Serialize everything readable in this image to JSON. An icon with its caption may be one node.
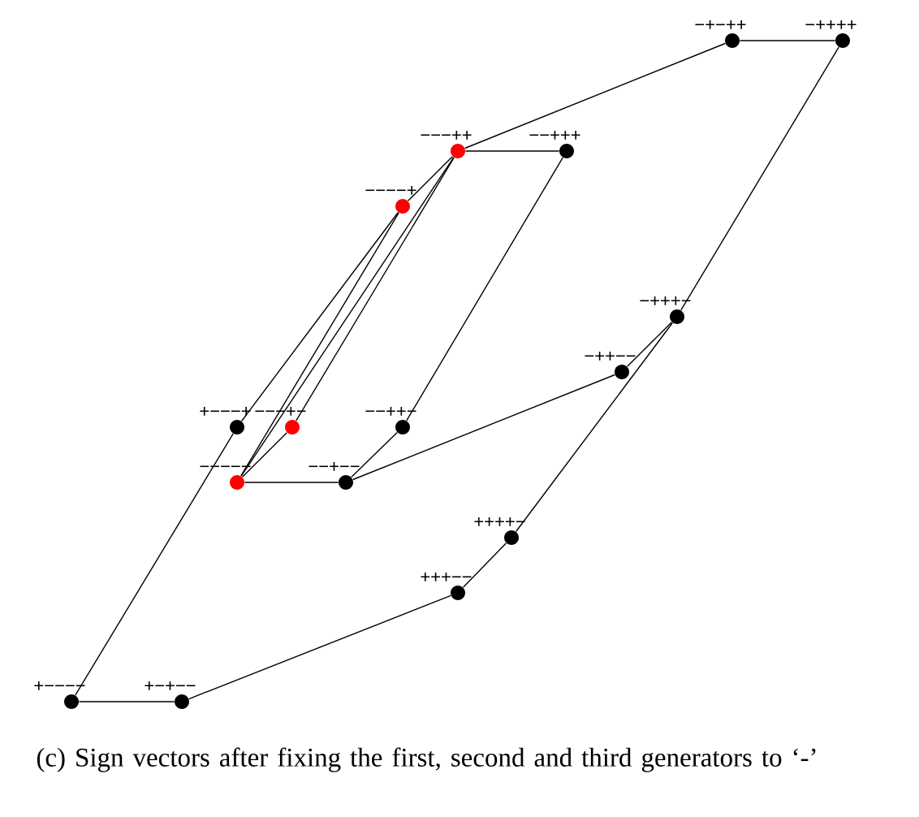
{
  "diagram": {
    "caption": "(c) Sign vectors after fixing the first, second and third generators to ‘-’",
    "nodes": [
      {
        "text": [],
        "shape": "circle",
        "beside": [
          "−+−++"
        ]
      },
      {
        "text": [],
        "shape": "circle",
        "beside": [
          "−++++"
        ]
      },
      {
        "text": [],
        "shape": "circle",
        "beside": [
          "−−−++"
        ]
      },
      {
        "text": [],
        "shape": "circle",
        "beside": [
          "−−+++"
        ]
      },
      {
        "text": [],
        "shape": "circle",
        "beside": [
          "−−−−+"
        ]
      },
      {
        "text": [],
        "shape": "circle",
        "beside": [
          "+−−−+"
        ]
      },
      {
        "text": [],
        "shape": "circle",
        "beside": [
          "−−−+−"
        ]
      },
      {
        "text": [],
        "shape": "circle",
        "beside": [
          "−−++−"
        ]
      },
      {
        "text": [],
        "shape": "circle",
        "beside": [
          "−−−−−"
        ]
      },
      {
        "text": [],
        "shape": "circle",
        "beside": [
          "−−+−−"
        ]
      },
      {
        "text": [],
        "shape": "circle",
        "beside": [
          "−+++−"
        ]
      },
      {
        "text": [],
        "shape": "circle",
        "beside": [
          "−++−−"
        ]
      },
      {
        "text": [],
        "shape": "circle",
        "beside": [
          "++++−"
        ]
      },
      {
        "text": [],
        "shape": "circle",
        "beside": [
          "+++−−"
        ]
      },
      {
        "text": [],
        "shape": "circle",
        "beside": [
          "+−−−−"
        ]
      },
      {
        "text": [],
        "shape": "circle",
        "beside": [
          "+−+−−"
        ]
      }
    ],
    "edges": [
      {
        "from": 0,
        "to": 1,
        "arrow": "none"
      },
      {
        "from": 0,
        "to": 2,
        "arrow": "none"
      },
      {
        "from": 2,
        "to": 3,
        "arrow": "none"
      },
      {
        "from": 2,
        "to": 4,
        "arrow": "none"
      },
      {
        "from": 4,
        "to": 5,
        "arrow": "none"
      },
      {
        "from": 5,
        "to": 14,
        "arrow": "none"
      },
      {
        "from": 14,
        "to": 15,
        "arrow": "none"
      },
      {
        "from": 15,
        "to": 13,
        "arrow": "none"
      },
      {
        "from": 13,
        "to": 12,
        "arrow": "none"
      },
      {
        "from": 12,
        "to": 10,
        "arrow": "none"
      },
      {
        "from": 10,
        "to": 1,
        "arrow": "none"
      },
      {
        "from": 10,
        "to": 11,
        "arrow": "none"
      },
      {
        "from": 11,
        "to": 9,
        "arrow": "none"
      },
      {
        "from": 9,
        "to": 8,
        "arrow": "none"
      },
      {
        "from": 8,
        "to": 4,
        "arrow": "none"
      },
      {
        "from": 8,
        "to": 2,
        "arrow": "none"
      },
      {
        "from": 8,
        "to": 6,
        "arrow": "none"
      },
      {
        "from": 6,
        "to": 2,
        "arrow": "none"
      },
      {
        "from": 3,
        "to": 7,
        "arrow": "none"
      },
      {
        "from": 7,
        "to": 9,
        "arrow": "none"
      }
    ]
  }
}
